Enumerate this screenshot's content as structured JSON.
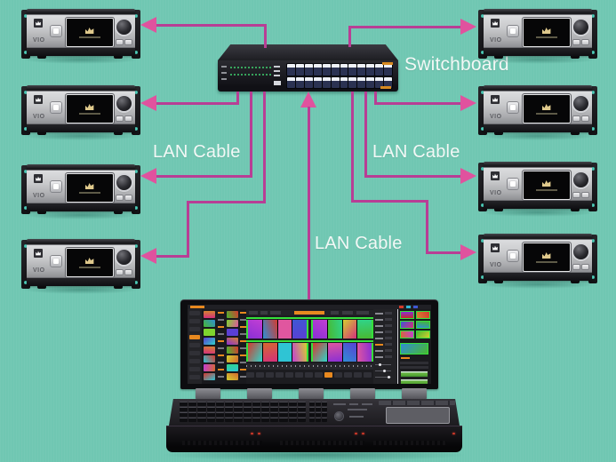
{
  "colors": {
    "background": "#70c7b2",
    "cable": "#b83e95",
    "arrow": "#e0529e",
    "label": "#f2f8f6",
    "green_accent": "#35e03a",
    "orange_accent": "#e8891f"
  },
  "labels": {
    "switchboard": "Switchboard",
    "lan_left": "LAN Cable",
    "lan_right": "LAN Cable",
    "lan_center": "LAN Cable"
  },
  "switchboard": {
    "port_count": 24,
    "port_rows": 2,
    "led_per_row": 12,
    "panel_label_count": 3
  },
  "devices": {
    "model_label": "VIO",
    "items": [
      {
        "id": "device-left-1",
        "side": "left",
        "row": 1
      },
      {
        "id": "device-left-2",
        "side": "left",
        "row": 2
      },
      {
        "id": "device-left-3",
        "side": "left",
        "row": 3
      },
      {
        "id": "device-left-4",
        "side": "left",
        "row": 4
      },
      {
        "id": "device-right-1",
        "side": "right",
        "row": 1
      },
      {
        "id": "device-right-2",
        "side": "right",
        "row": 2
      },
      {
        "id": "device-right-3",
        "side": "right",
        "row": 3
      },
      {
        "id": "device-right-4",
        "side": "right",
        "row": 4
      }
    ]
  },
  "console": {
    "screen_palette": [
      "#d42f7c",
      "#3f57d4",
      "#8a2fd4",
      "#2fc4d4",
      "#d4842f",
      "#48b830",
      "#c23fd4",
      "#2f8ed4",
      "#d4cf2f",
      "#d43a2f",
      "#7ed42f",
      "#2fd48a",
      "#e0569f",
      "#2fd4c9",
      "#d46a2f",
      "#5a3fd4"
    ],
    "far_palette": [
      "#c42b2b",
      "#d4842f",
      "#3f57d4",
      "#48b830",
      "#c23fd4",
      "#d4cf2f"
    ],
    "grass_rows": 2
  }
}
